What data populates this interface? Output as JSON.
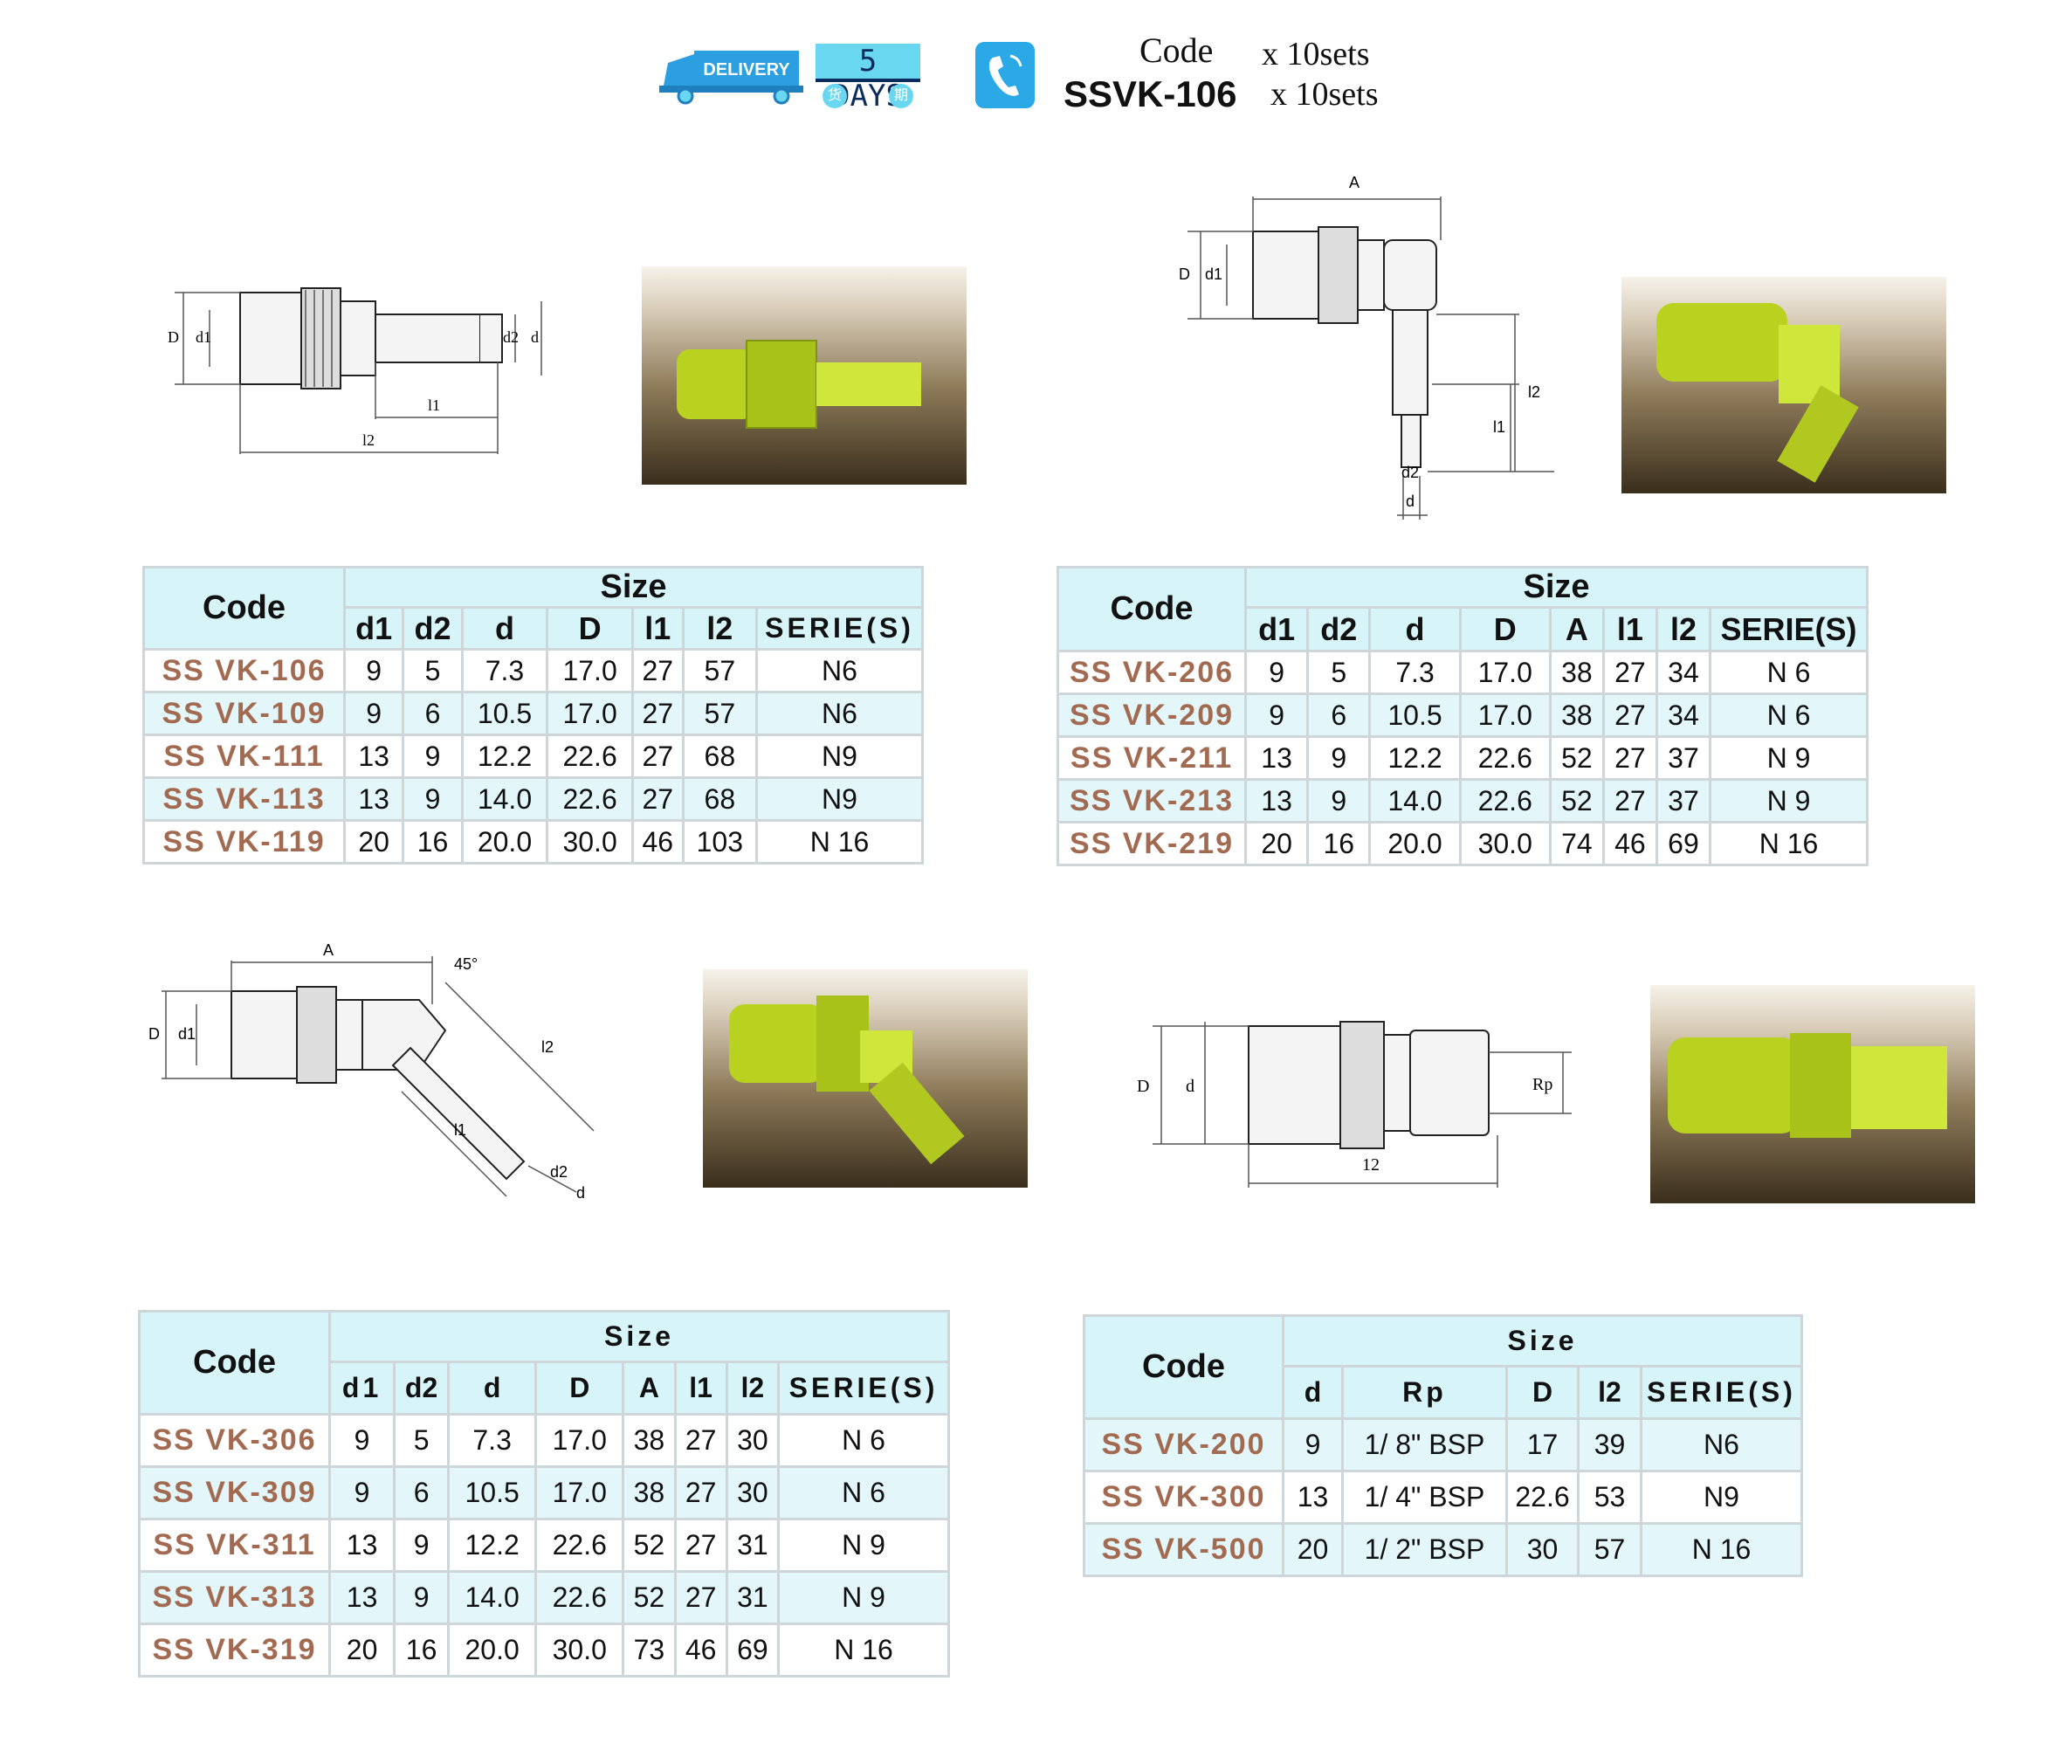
{
  "header": {
    "delivery_label": "DELIVERY",
    "days_label": "5 DAYS",
    "days_cn_1": "货",
    "days_cn_2": "期",
    "code_label": "Code",
    "code_value": "SSVK-106",
    "qty_1": "x 10sets",
    "qty_2": "x 10sets"
  },
  "drawings": {
    "d1": {
      "D": "D",
      "d1": "d1",
      "d2": "d2",
      "d": "d",
      "l1": "l1",
      "l2": "l2"
    },
    "d2": {
      "A": "A",
      "D": "D",
      "d1": "d1",
      "l1": "l1",
      "l2": "l2",
      "d2": "d2",
      "d": "d"
    },
    "d3": {
      "A": "A",
      "angle": "45°",
      "D": "D",
      "d1": "d1",
      "l2": "l2",
      "l1": "l1",
      "d2": "d2",
      "d": "d"
    },
    "d4": {
      "D": "D",
      "d": "d",
      "Rp": "Rp",
      "l2": "12"
    }
  },
  "table1": {
    "code_header": "Code",
    "size_header": "Size",
    "columns": [
      "d1",
      "d2",
      "d",
      "D",
      "l1",
      "l2",
      "SERIE(S)"
    ],
    "rows": [
      {
        "code": "SS VK-106",
        "vals": [
          "9",
          "5",
          "7.3",
          "17.0",
          "27",
          "57",
          "N6"
        ]
      },
      {
        "code": "SS VK-109",
        "vals": [
          "9",
          "6",
          "10.5",
          "17.0",
          "27",
          "57",
          "N6"
        ]
      },
      {
        "code": "SS VK-111",
        "vals": [
          "13",
          "9",
          "12.2",
          "22.6",
          "27",
          "68",
          "N9"
        ]
      },
      {
        "code": "SS VK-113",
        "vals": [
          "13",
          "9",
          "14.0",
          "22.6",
          "27",
          "68",
          "N9"
        ]
      },
      {
        "code": "SS VK-119",
        "vals": [
          "20",
          "16",
          "20.0",
          "30.0",
          "46",
          "103",
          "N 16"
        ]
      }
    ]
  },
  "table2": {
    "code_header": "Code",
    "size_header": "Size",
    "columns": [
      "d1",
      "d2",
      "d",
      "D",
      "A",
      "l1",
      "l2",
      "SERIE(S)"
    ],
    "rows": [
      {
        "code": "SS VK-206",
        "vals": [
          "9",
          "5",
          "7.3",
          "17.0",
          "38",
          "27",
          "34",
          "N 6"
        ]
      },
      {
        "code": "SS VK-209",
        "vals": [
          "9",
          "6",
          "10.5",
          "17.0",
          "38",
          "27",
          "34",
          "N 6"
        ]
      },
      {
        "code": "SS VK-211",
        "vals": [
          "13",
          "9",
          "12.2",
          "22.6",
          "52",
          "27",
          "37",
          "N 9"
        ]
      },
      {
        "code": "SS VK-213",
        "vals": [
          "13",
          "9",
          "14.0",
          "22.6",
          "52",
          "27",
          "37",
          "N 9"
        ]
      },
      {
        "code": "SS VK-219",
        "vals": [
          "20",
          "16",
          "20.0",
          "30.0",
          "74",
          "46",
          "69",
          "N 16"
        ]
      }
    ]
  },
  "table3": {
    "code_header": "Code",
    "size_header": "Size",
    "columns": [
      "d1",
      "d2",
      "d",
      "D",
      "A",
      "l1",
      "l2",
      "SERIE(S)"
    ],
    "rows": [
      {
        "code": "SS VK-306",
        "vals": [
          "9",
          "5",
          "7.3",
          "17.0",
          "38",
          "27",
          "30",
          "N 6"
        ]
      },
      {
        "code": "SS VK-309",
        "vals": [
          "9",
          "6",
          "10.5",
          "17.0",
          "38",
          "27",
          "30",
          "N 6"
        ]
      },
      {
        "code": "SS VK-311",
        "vals": [
          "13",
          "9",
          "12.2",
          "22.6",
          "52",
          "27",
          "31",
          "N 9"
        ]
      },
      {
        "code": "SS VK-313",
        "vals": [
          "13",
          "9",
          "14.0",
          "22.6",
          "52",
          "27",
          "31",
          "N 9"
        ]
      },
      {
        "code": "SS VK-319",
        "vals": [
          "20",
          "16",
          "20.0",
          "30.0",
          "73",
          "46",
          "69",
          "N 16"
        ]
      }
    ]
  },
  "table4": {
    "code_header": "Code",
    "size_header": "Size",
    "columns": [
      "d",
      "Rp",
      "D",
      "l2",
      "SERIE(S)"
    ],
    "rows": [
      {
        "code": "SS VK-200",
        "vals": [
          "9",
          "1/ 8\" BSP",
          "17",
          "39",
          "N6"
        ]
      },
      {
        "code": "SS VK-300",
        "vals": [
          "13",
          "1/ 4\" BSP",
          "22.6",
          "53",
          "N9"
        ]
      },
      {
        "code": "SS VK-500",
        "vals": [
          "20",
          "1/ 2\" BSP",
          "30",
          "57",
          "N 16"
        ]
      }
    ]
  },
  "colors": {
    "code_text": "#a36a52",
    "header_bg": "#d7f4f8",
    "alt_row": "#e3f7fa",
    "brass": "#c9e028"
  }
}
